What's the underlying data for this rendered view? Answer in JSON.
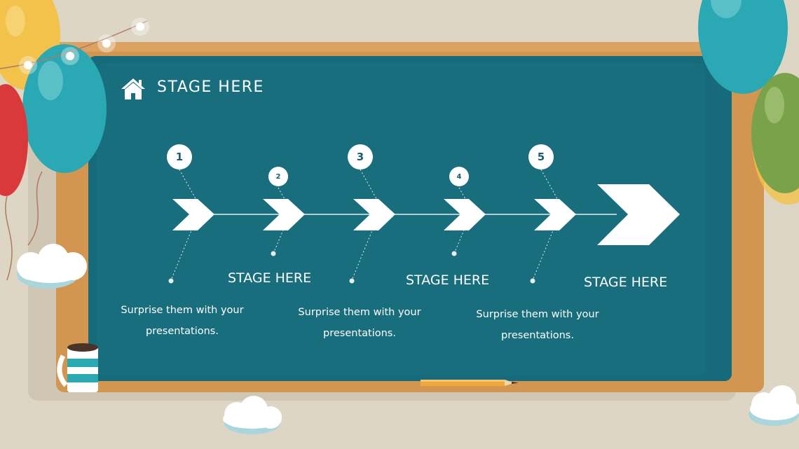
{
  "title": "STAGE  HERE",
  "steps": [
    {
      "number": "1"
    },
    {
      "number": "2"
    },
    {
      "number": "3"
    },
    {
      "number": "4"
    },
    {
      "number": "5"
    }
  ],
  "stage_labels": [
    "STAGE HERE",
    "STAGE HERE",
    "STAGE HERE"
  ],
  "descriptions": [
    {
      "line1": "Surprise them with your",
      "line2": "presentations."
    },
    {
      "line1": "Surprise them with your",
      "line2": "presentations."
    },
    {
      "line1": "Surprise them with your",
      "line2": "presentations."
    }
  ],
  "colors": {
    "background": "#ddd6c4",
    "frame": "#d39650",
    "board": "#176a7a",
    "white": "#ffffff"
  },
  "icons": [
    "home-icon",
    "chevron-arrow-icon",
    "balloon-icon",
    "cloud-icon",
    "coffee-mug-icon",
    "pencil-icon",
    "lights-string-icon"
  ]
}
